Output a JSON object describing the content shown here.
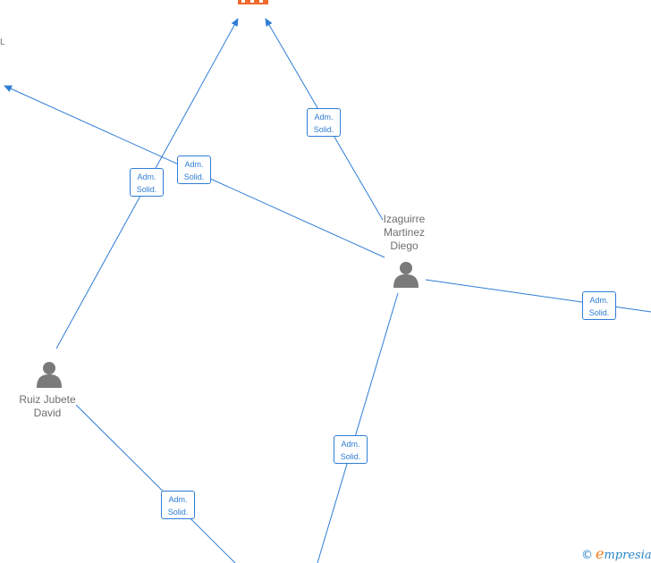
{
  "colors": {
    "edge": "#2f7dd6",
    "person": "#7a7a7a",
    "company": "#f26a2e",
    "text": "#6e6e6e"
  },
  "nodes": {
    "izaguirre": {
      "name_lines": [
        "Izaguirre",
        "Martinez",
        "Diego"
      ],
      "icon": "person-icon"
    },
    "ruiz": {
      "name_lines": [
        "Ruiz Jubete",
        "David"
      ],
      "icon": "person-icon"
    },
    "company_top": {
      "icon": "building-icon"
    },
    "left_partial": {
      "text": "L"
    }
  },
  "edge_label": {
    "line1": "Adm.",
    "line2": "Solid."
  },
  "watermark": {
    "symbol": "©",
    "brand_initial": "e",
    "brand_rest": "mpresia"
  }
}
